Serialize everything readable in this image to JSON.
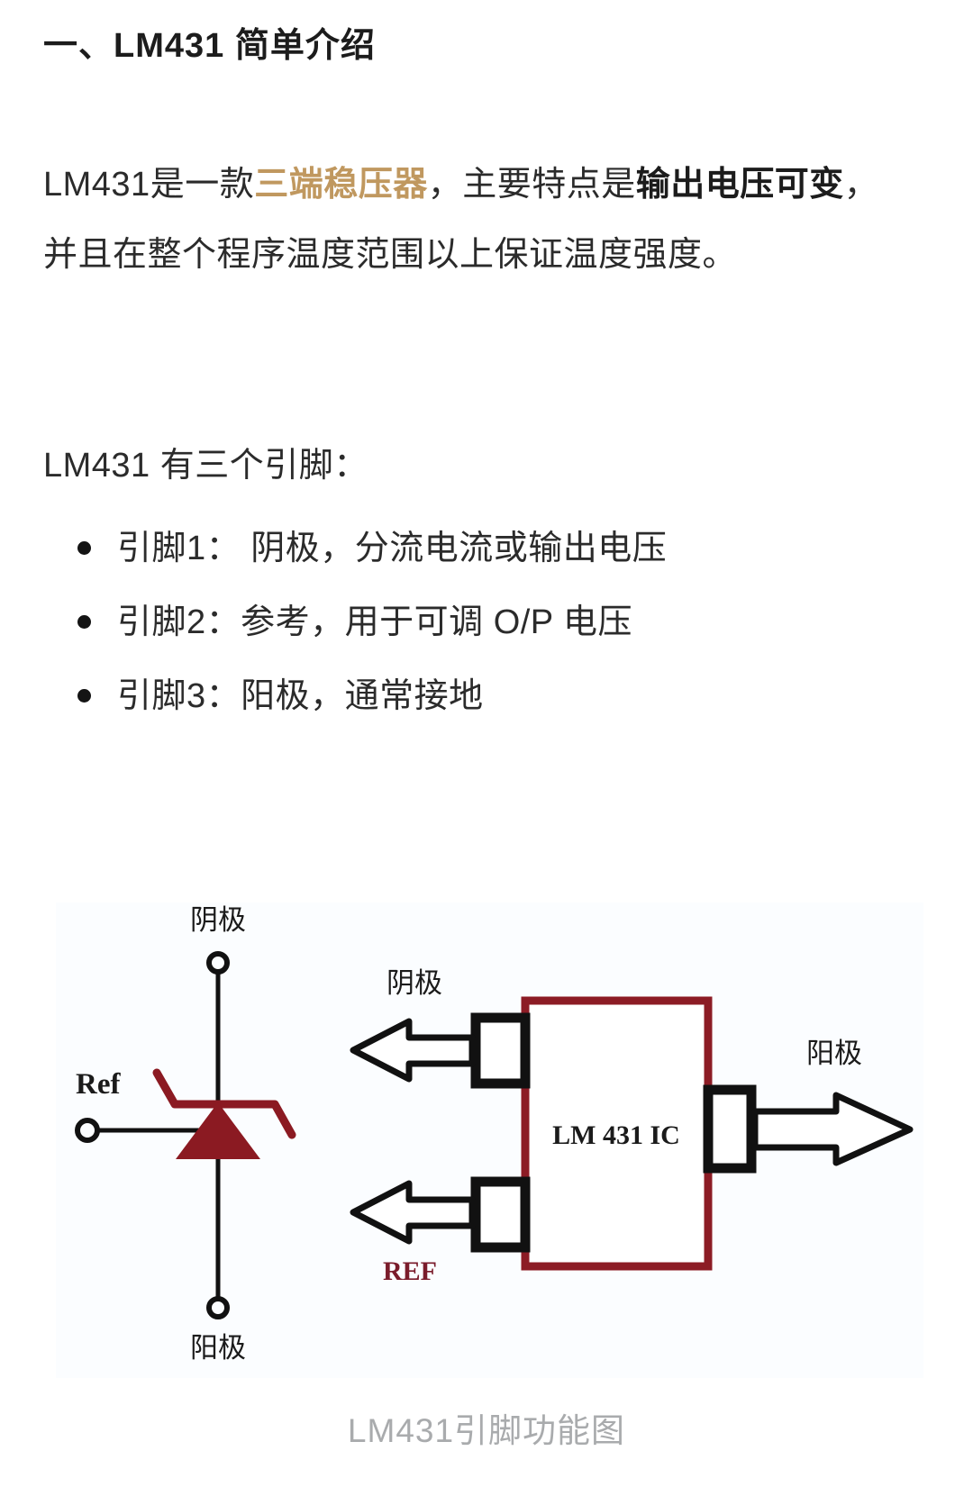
{
  "article": {
    "title": "一、LM431 简单介绍",
    "intro": {
      "lead": "LM431是一款",
      "accent": "三端稳压器",
      "middle": "，主要特点是",
      "bold": "输出电压可变",
      "tail": "，并且在整个程序温度范围以上保证温度强度。"
    },
    "pins_heading": "LM431 有三个引脚：",
    "pins": [
      {
        "label": "引脚1： 阴极，分流电流或输出电压"
      },
      {
        "label": "引脚2：参考，用于可调 O/P 电压"
      },
      {
        "label": "引脚3：阳极，通常接地"
      }
    ]
  },
  "figure": {
    "caption": "LM431引脚功能图",
    "background": "#fbfdff",
    "labels": {
      "symbol_cathode": "阴极",
      "symbol_ref": "Ref",
      "symbol_anode": "阳极",
      "block_cathode": "阴极",
      "block_ref": "REF",
      "block_anode": "阳极",
      "chip_name": "LM 431 IC"
    },
    "colors": {
      "zener_red": "#8b1a22",
      "chip_border": "#8c1c25",
      "line_black": "#111111",
      "ref_text": "#7a1c2b",
      "caption_gray": "#a9abad"
    }
  }
}
